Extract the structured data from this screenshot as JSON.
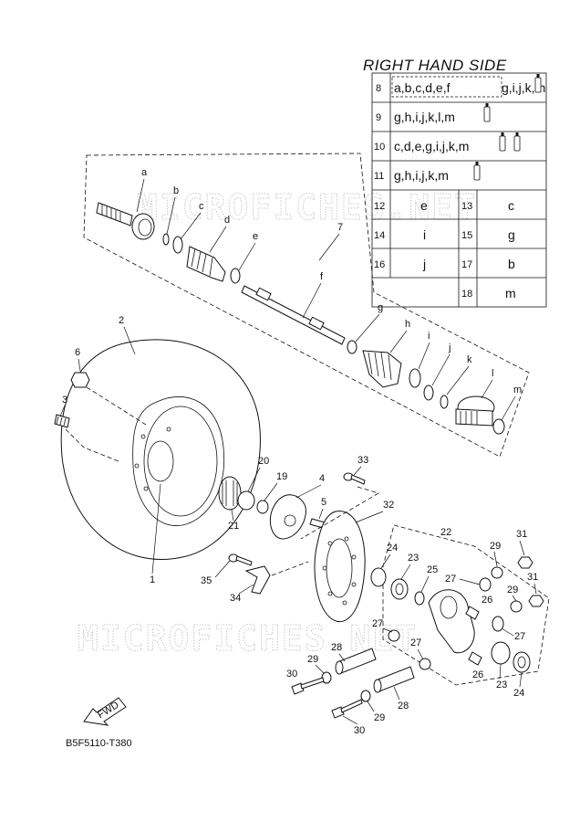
{
  "header": {
    "title": "RIGHT HAND SIDE",
    "diagram_code": "B5F5110-T380"
  },
  "watermark": "MICROFICHES.NET",
  "fwd_label": "FWD",
  "kit_table": [
    {
      "num": "8",
      "parts": "a,b,c,d,e,f",
      "parts_extra": "g,i,j,k,m"
    },
    {
      "num": "9",
      "parts": "g,h,i,j,k,l,m",
      "parts_extra": ""
    },
    {
      "num": "10",
      "parts": "c,d,e,g,i,j,k,m",
      "parts_extra": ""
    },
    {
      "num": "11",
      "parts": "g,h,i,j,k,m",
      "parts_extra": ""
    }
  ],
  "pair_table": [
    {
      "left_num": "12",
      "left_letter": "e",
      "right_num": "13",
      "right_letter": "c"
    },
    {
      "left_num": "14",
      "left_letter": "i",
      "right_num": "15",
      "right_letter": "g"
    },
    {
      "left_num": "16",
      "left_letter": "j",
      "right_num": "17",
      "right_letter": "b"
    },
    {
      "left_num": "",
      "left_letter": "",
      "right_num": "18",
      "right_letter": "m"
    }
  ],
  "letter_labels": [
    "a",
    "b",
    "c",
    "d",
    "e",
    "f",
    "g",
    "h",
    "i",
    "j",
    "k",
    "l",
    "m"
  ],
  "number_labels": [
    "1",
    "2",
    "3",
    "4",
    "5",
    "6",
    "7",
    "19",
    "20",
    "21",
    "22",
    "23",
    "23",
    "24",
    "24",
    "25",
    "26",
    "26",
    "27",
    "27",
    "27",
    "27",
    "28",
    "28",
    "29",
    "29",
    "29",
    "29",
    "30",
    "30",
    "31",
    "31",
    "32",
    "33",
    "34",
    "35"
  ]
}
